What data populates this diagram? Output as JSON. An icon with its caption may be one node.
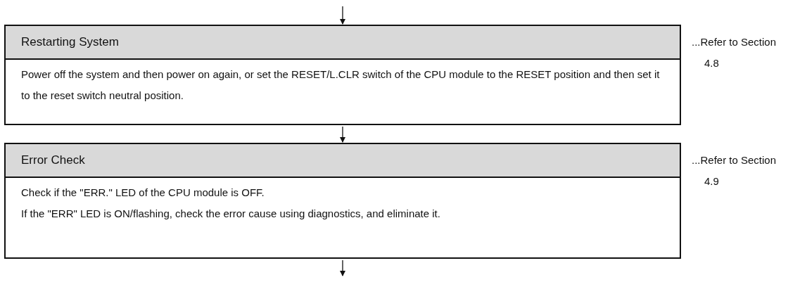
{
  "diagram": {
    "nodes": [
      {
        "text": [
          "Restarting System",
          "Power off the system and then power on again, or set the RESET/L.CLR switch of the CPU module to the RESET position and then set it to the reset switch neutral position."
        ],
        "beside": [
          "...Refer to Section 4.8"
        ]
      },
      {
        "text": [
          "Error Check",
          "Check if the \"ERR.\" LED of the CPU module is OFF.",
          "If the \"ERR\" LED is ON/flashing, check the error cause using diagnostics, and eliminate it."
        ],
        "beside": [
          "...Refer to Section 4.9"
        ]
      }
    ],
    "edges": [
      {
        "from": null,
        "to": 0,
        "arrow": "to"
      },
      {
        "from": 0,
        "to": 1,
        "arrow": "to"
      },
      {
        "from": 1,
        "to": null,
        "arrow": "to"
      }
    ]
  }
}
